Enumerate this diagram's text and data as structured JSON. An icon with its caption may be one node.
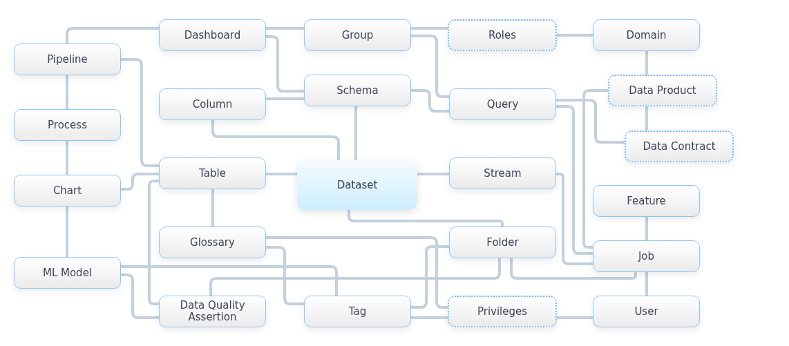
{
  "diagram": {
    "nodes": [
      {
        "text": [
          "Pipeline"
        ]
      },
      {
        "text": [
          "Dashboard"
        ]
      },
      {
        "text": [
          "Group"
        ]
      },
      {
        "text": [
          "Roles"
        ]
      },
      {
        "text": [
          "Domain"
        ]
      },
      {
        "text": [
          "Process"
        ]
      },
      {
        "text": [
          "Column"
        ]
      },
      {
        "text": [
          "Schema"
        ]
      },
      {
        "text": [
          "Query"
        ]
      },
      {
        "text": [
          "Data Product"
        ]
      },
      {
        "text": [
          "Data Contract"
        ]
      },
      {
        "text": [
          "Chart"
        ]
      },
      {
        "text": [
          "Table"
        ]
      },
      {
        "text": [
          "Dataset"
        ]
      },
      {
        "text": [
          "Stream"
        ]
      },
      {
        "text": [
          "Feature"
        ]
      },
      {
        "text": [
          "Glossary"
        ]
      },
      {
        "text": [
          "Folder"
        ]
      },
      {
        "text": [
          "Job"
        ]
      },
      {
        "text": [
          "ML Model"
        ]
      },
      {
        "text": [
          "Data Quality Assertion"
        ]
      },
      {
        "text": [
          "Tag"
        ]
      },
      {
        "text": [
          "Privileges"
        ]
      },
      {
        "text": [
          "User"
        ]
      }
    ],
    "edges": [
      {
        "from": 0,
        "to": 1,
        "arrow": "none"
      },
      {
        "from": 0,
        "to": 5,
        "arrow": "none"
      },
      {
        "from": 0,
        "to": 12,
        "arrow": "none"
      },
      {
        "from": 5,
        "to": 11,
        "arrow": "none"
      },
      {
        "from": 11,
        "to": 12,
        "arrow": "none"
      },
      {
        "from": 11,
        "to": 19,
        "arrow": "none"
      },
      {
        "from": 1,
        "to": 2,
        "arrow": "none"
      },
      {
        "from": 1,
        "to": 7,
        "arrow": "none"
      },
      {
        "from": 2,
        "to": 3,
        "arrow": "none"
      },
      {
        "from": 2,
        "to": 8,
        "arrow": "none"
      },
      {
        "from": 3,
        "to": 4,
        "arrow": "none"
      },
      {
        "from": 4,
        "to": 9,
        "arrow": "none"
      },
      {
        "from": 9,
        "to": 10,
        "arrow": "none"
      },
      {
        "from": 6,
        "to": 7,
        "arrow": "none"
      },
      {
        "from": 6,
        "to": 13,
        "arrow": "none"
      },
      {
        "from": 7,
        "to": 13,
        "arrow": "none"
      },
      {
        "from": 7,
        "to": 8,
        "arrow": "none"
      },
      {
        "from": 8,
        "to": 10,
        "arrow": "none"
      },
      {
        "from": 8,
        "to": 18,
        "arrow": "none"
      },
      {
        "from": 9,
        "to": 18,
        "arrow": "none"
      },
      {
        "from": 12,
        "to": 13,
        "arrow": "none"
      },
      {
        "from": 13,
        "to": 14,
        "arrow": "none"
      },
      {
        "from": 14,
        "to": 18,
        "arrow": "none"
      },
      {
        "from": 12,
        "to": 16,
        "arrow": "none"
      },
      {
        "from": 12,
        "to": 20,
        "arrow": "none"
      },
      {
        "from": 13,
        "to": 17,
        "arrow": "none"
      },
      {
        "from": 16,
        "to": 22,
        "arrow": "none"
      },
      {
        "from": 16,
        "to": 21,
        "arrow": "none"
      },
      {
        "from": 19,
        "to": 21,
        "arrow": "none"
      },
      {
        "from": 19,
        "to": 20,
        "arrow": "none"
      },
      {
        "from": 20,
        "to": 17,
        "arrow": "none"
      },
      {
        "from": 17,
        "to": 18,
        "arrow": "none"
      },
      {
        "from": 17,
        "to": 21,
        "arrow": "none"
      },
      {
        "from": 21,
        "to": 22,
        "arrow": "none"
      },
      {
        "from": 22,
        "to": 23,
        "arrow": "none"
      },
      {
        "from": 15,
        "to": 18,
        "arrow": "none"
      },
      {
        "from": 18,
        "to": 23,
        "arrow": "none"
      }
    ]
  }
}
